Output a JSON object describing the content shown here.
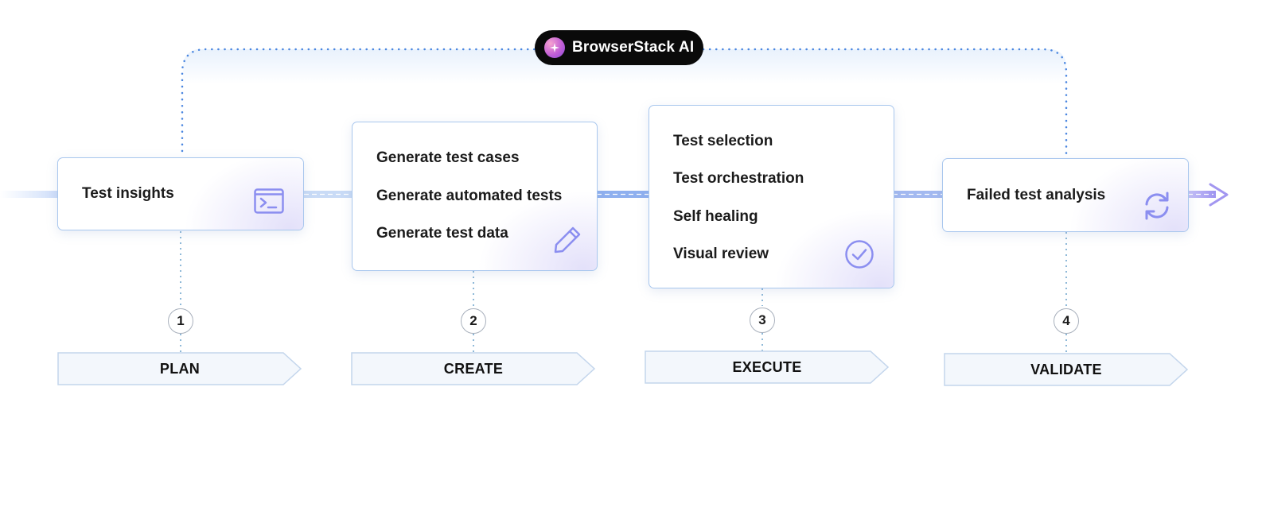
{
  "ai_badge": {
    "label": "BrowserStack AI",
    "icon": "sparkle-icon"
  },
  "stages": [
    {
      "number": "1",
      "phase": "PLAN",
      "items": [
        "Test insights"
      ],
      "icon": "terminal-icon"
    },
    {
      "number": "2",
      "phase": "CREATE",
      "items": [
        "Generate test cases",
        "Generate automated tests",
        "Generate test data"
      ],
      "icon": "pencil-icon"
    },
    {
      "number": "3",
      "phase": "EXECUTE",
      "items": [
        "Test selection",
        "Test orchestration",
        "Self healing",
        "Visual review"
      ],
      "icon": "check-circle-icon"
    },
    {
      "number": "4",
      "phase": "VALIDATE",
      "items": [
        "Failed test analysis"
      ],
      "icon": "refresh-icon"
    }
  ],
  "colors": {
    "flow_line": "#7fa6ee",
    "card_border": "#a9c7ee",
    "dotted_line": "#4a86e0",
    "icon": "#8b8ef0",
    "arrow": "#a79ef2",
    "tag_fill": "#f3f7fc",
    "tag_border": "#c3d5ec"
  }
}
